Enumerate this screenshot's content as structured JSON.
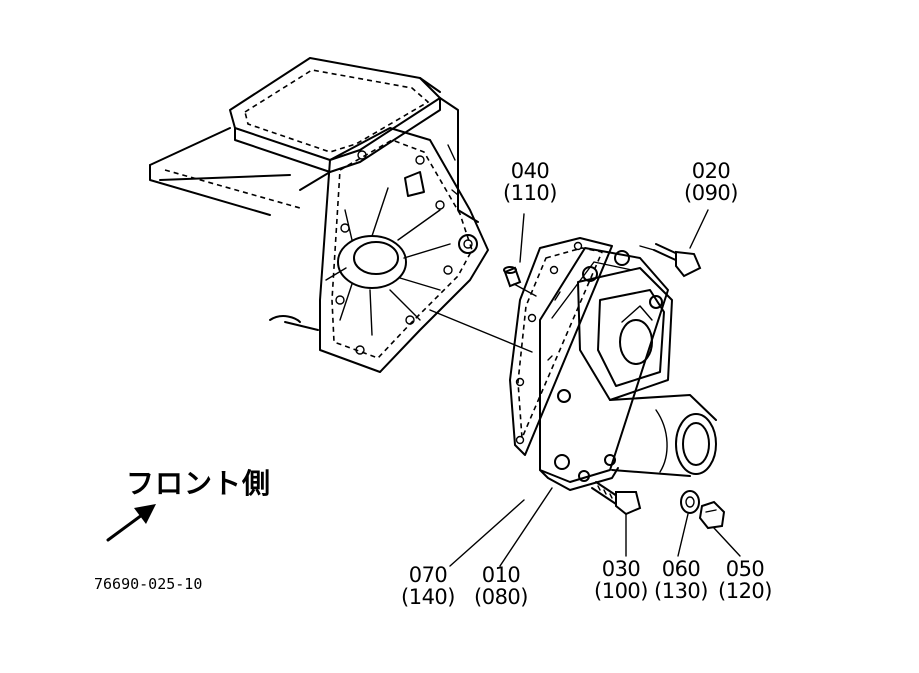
{
  "front_label": "フロント側",
  "drawing_code": "76690-025-10",
  "parts": [
    {
      "id": "p040",
      "code": "040",
      "alt": "(110)"
    },
    {
      "id": "p020",
      "code": "020",
      "alt": "(090)"
    },
    {
      "id": "p070",
      "code": "070",
      "alt": "(140)"
    },
    {
      "id": "p010",
      "code": "010",
      "alt": "(080)"
    },
    {
      "id": "p030",
      "code": "030",
      "alt": "(100)"
    },
    {
      "id": "p060",
      "code": "060",
      "alt": "(130)"
    },
    {
      "id": "p050",
      "code": "050",
      "alt": "(120)"
    }
  ]
}
